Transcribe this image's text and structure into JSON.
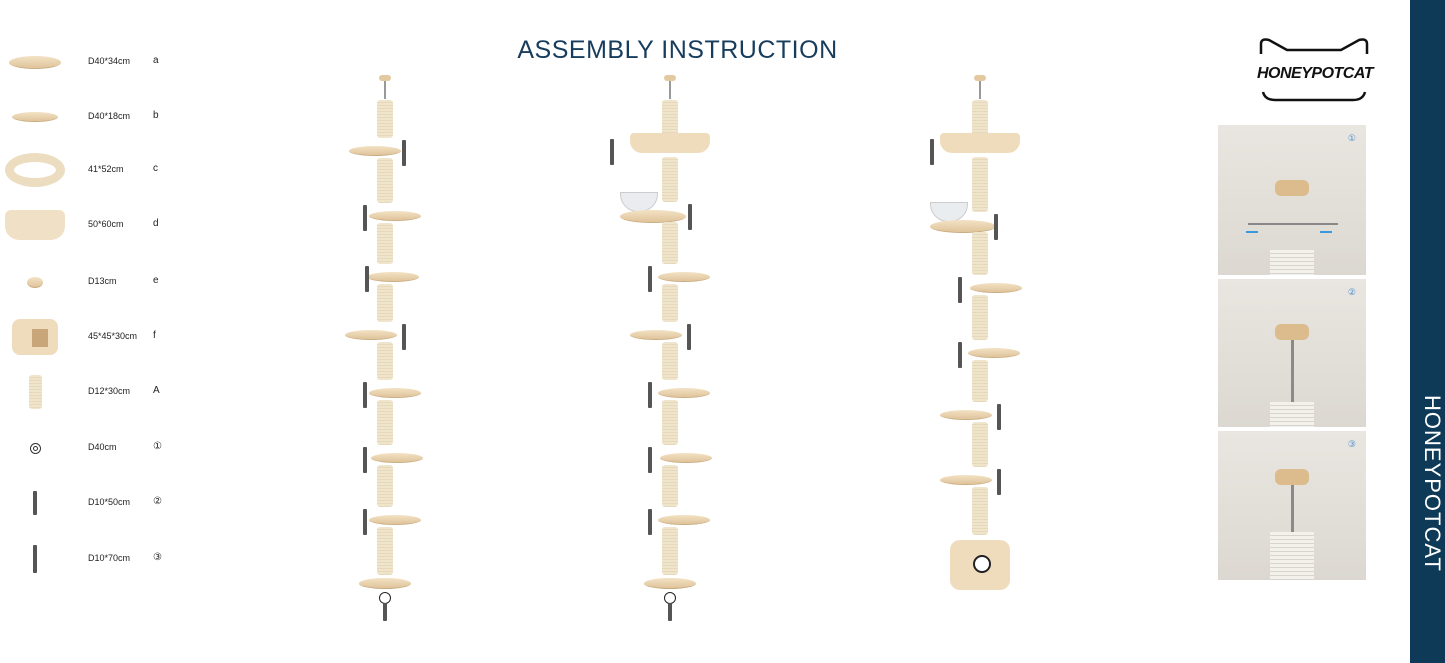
{
  "title": "ASSEMBLY INSTRUCTION",
  "brand": "HONEYPOTCAT",
  "parts": [
    {
      "dim": "D40*34cm",
      "code": "a"
    },
    {
      "dim": "D40*18cm",
      "code": "b"
    },
    {
      "dim": "41*52cm",
      "code": "c"
    },
    {
      "dim": "50*60cm",
      "code": "d"
    },
    {
      "dim": "D13cm",
      "code": "e"
    },
    {
      "dim": "45*45*30cm",
      "code": "f"
    },
    {
      "dim": "D12*30cm",
      "code": "A"
    },
    {
      "dim": "D40cm",
      "code": "①"
    },
    {
      "dim": "D10*50cm",
      "code": "②"
    },
    {
      "dim": "D10*70cm",
      "code": "③"
    }
  ],
  "steps": [
    {
      "label": "①"
    },
    {
      "label": "②"
    },
    {
      "label": "③"
    }
  ],
  "colors": {
    "accent": "#0e3a57",
    "title": "#173c5c",
    "arrow": "#4a8fd0"
  }
}
